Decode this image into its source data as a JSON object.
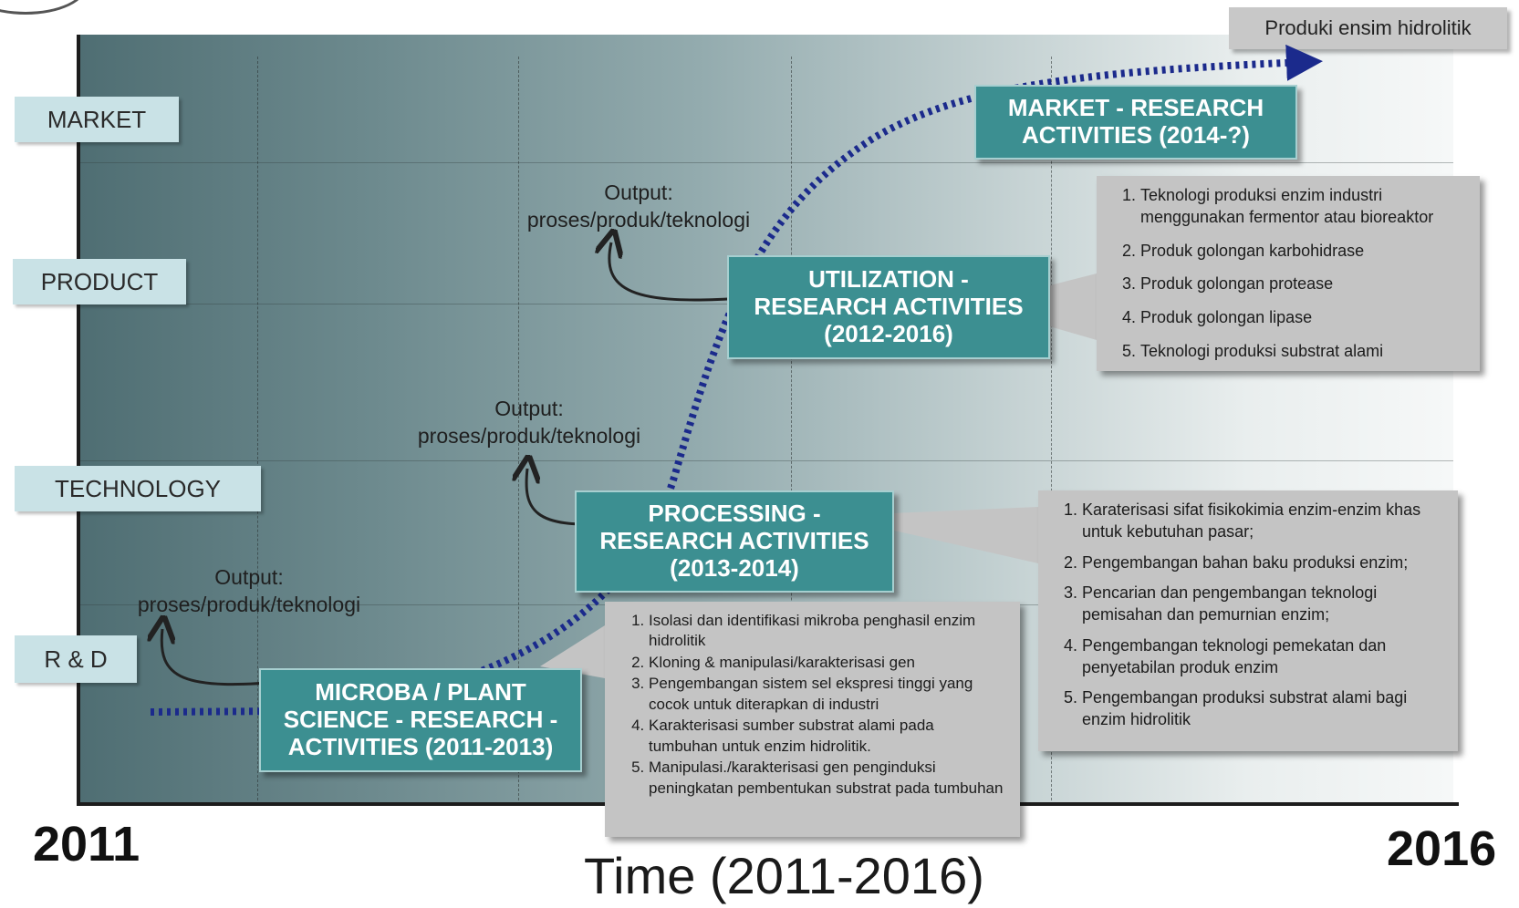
{
  "rows": {
    "market": "MARKET",
    "product": "PRODUCT",
    "technology": "TECHNOLOGY",
    "rnd": "R & D"
  },
  "years": {
    "start": "2011",
    "end": "2016"
  },
  "time_axis_label": "Time (2011-2016)",
  "final_product": "Produki ensim hidrolitik",
  "output_text": {
    "line1": "Output:",
    "line2": "proses/produk/teknologi"
  },
  "activities": {
    "rnd": {
      "line1": "MICROBA / PLANT",
      "line2": "SCIENCE - RESEARCH -",
      "line3": "ACTIVITIES (2011-2013)"
    },
    "processing": {
      "line1": "PROCESSING -",
      "line2": "RESEARCH ACTIVITIES",
      "line3": "(2013-2014)"
    },
    "utilization": {
      "line1": "UTILIZATION -",
      "line2": "RESEARCH ACTIVITIES",
      "line3": "(2012-2016)"
    },
    "market": {
      "line1": "MARKET - RESEARCH",
      "line2": "ACTIVITIES (2014-?)"
    }
  },
  "callouts": {
    "rnd": [
      "Isolasi dan identifikasi mikroba penghasil enzim hidrolitik",
      "Kloning & manipulasi/karakterisasi gen",
      "Pengembangan sistem sel ekspresi tinggi yang cocok untuk diterapkan di industri",
      "Karakterisasi sumber substrat alami pada tumbuhan untuk enzim hidrolitik.",
      "Manipulasi./karakterisasi gen penginduksi peningkatan pembentukan substrat pada tumbuhan"
    ],
    "processing": [
      "Karaterisasi sifat fisikokimia enzim-enzim khas untuk kebutuhan pasar;",
      "Pengembangan bahan baku produksi enzim;",
      "Pencarian dan pengembangan teknologi pemisahan dan pemurnian enzim;",
      "Pengembangan teknologi pemekatan dan penyetabilan produk enzim",
      "Pengembangan produksi substrat alami bagi enzim hidrolitik"
    ],
    "utilization": [
      "Teknologi produksi enzim industri menggunakan fermentor atau bioreaktor",
      "Produk golongan karbohidrase",
      "Produk golongan protease",
      "Produk golongan lipase",
      "Teknologi produksi substrat alami"
    ]
  },
  "colors": {
    "activity_fill": "#3c8f91",
    "callout_fill": "#c4c4c4",
    "row_label_fill": "#c9e2e6",
    "curve": "#1b2a8c"
  }
}
